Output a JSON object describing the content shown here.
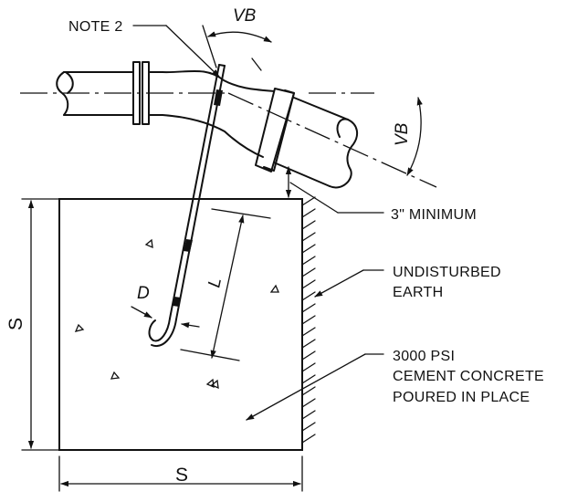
{
  "labels": {
    "note": "NOTE 2",
    "vb_top": "VB",
    "vb_right": "VB",
    "minimum": "3\" MINIMUM",
    "earth_line1": "UNDISTURBED",
    "earth_line2": "EARTH",
    "concrete_line1": "3000 PSI",
    "concrete_line2": "CEMENT CONCRETE",
    "concrete_line3": "POURED IN PLACE",
    "dim_s_vertical": "S",
    "dim_s_horizontal": "S",
    "dim_l": "L",
    "dim_d": "D"
  },
  "colors": {
    "line": "#111111",
    "background": "#ffffff"
  }
}
